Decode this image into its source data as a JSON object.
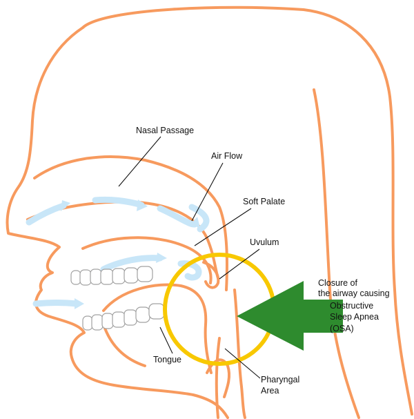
{
  "labels": {
    "nasal_passage": "Nasal Passage",
    "air_flow": "Air Flow",
    "soft_palate": "Soft Palate",
    "uvula": "Uvulum",
    "tongue": "Tongue",
    "pharyngeal_line1": "Pharyngal",
    "pharyngeal_line2": "Area",
    "closure_line1": "Closure of",
    "closure_line2": "the airway causing",
    "osa_line1": "Obstructive",
    "osa_line2": "Sleep Apnea",
    "osa_line3": "(OSA)"
  },
  "colors": {
    "anatomy_outline": "#f79a5e",
    "air_flow_arrows": "#c8e6f8",
    "obstruction_circle": "#f8c800",
    "closure_arrow": "#2e8b2e",
    "leader_lines": "#111111",
    "teeth_fill": "#ffffff",
    "teeth_outline": "#a0a0a0"
  }
}
